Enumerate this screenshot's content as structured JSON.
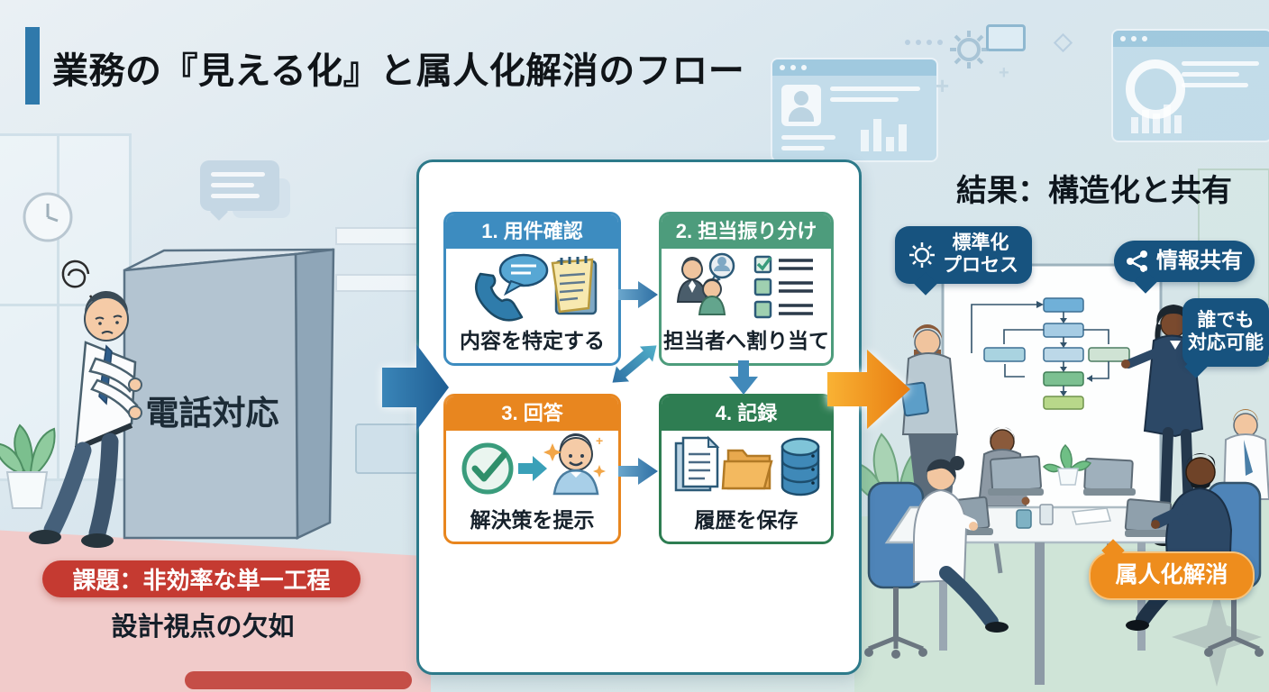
{
  "title": {
    "text": "業務の『見える化』と属人化解消のフロー"
  },
  "left_scene": {
    "block_label": "電話対応",
    "problem_badge": "課題：非効率な単一工程",
    "problem_note": "設計視点の欠如"
  },
  "flow": {
    "steps": [
      {
        "header": "1. 用件確認",
        "caption": "内容を特定する",
        "header_color": "#3d8cc0",
        "icons": [
          "phone-icon",
          "speech-bubble-icon",
          "memo-icon"
        ]
      },
      {
        "header": "2. 担当振り分け",
        "caption": "担当者へ割り当て",
        "header_color": "#4d9c7c",
        "icons": [
          "team-icon",
          "checklist-icon"
        ]
      },
      {
        "header": "3. 回答",
        "caption": "解決策を提示",
        "header_color": "#e8861f",
        "icons": [
          "check-circle-icon",
          "arrow-right-icon",
          "smiling-person-icon"
        ]
      },
      {
        "header": "4. 記録",
        "caption": "履歴を保存",
        "header_color": "#2e7d52",
        "icons": [
          "document-icon",
          "folder-icon",
          "database-icon"
        ]
      }
    ]
  },
  "result": {
    "heading": "結果：構造化と共有",
    "bubbles": {
      "standardize": {
        "line1": "標準化",
        "line2": "プロセス",
        "icon": "gear-icon",
        "color": "#17537f"
      },
      "share": {
        "label": "情報共有",
        "icon": "share-icon",
        "color": "#17537f"
      },
      "anyone": {
        "line1": "誰でも",
        "line2": "対応可能",
        "color": "#17537f"
      },
      "resolve": {
        "label": "属人化解消",
        "color": "#ee8d1d"
      }
    }
  },
  "colors": {
    "title_bar": "#2f79ab",
    "panel_border": "#2d7a8a",
    "step1_header": "#3d8cc0",
    "step2_header": "#4d9c7c",
    "step3_header": "#e8861f",
    "step4_header": "#2e7d52",
    "flow_arrow_blue": "#2e6fa3",
    "result_arrow_orange": "#ee8412",
    "problem_badge_bg": "#c53a31",
    "problem_floor_pink": "#f1cbca",
    "result_floor_mint": "#cfe4d7",
    "dark_bubble_bg": "#17537f",
    "orange_bubble_bg": "#ee8d1d"
  }
}
